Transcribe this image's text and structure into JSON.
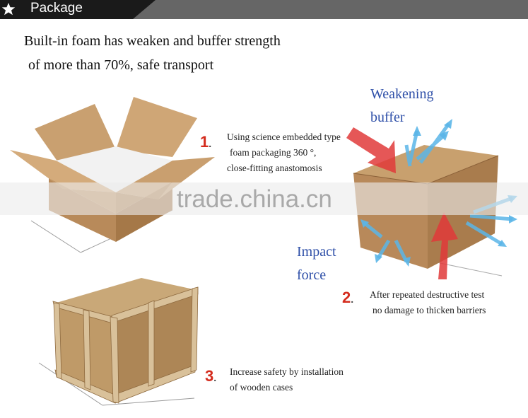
{
  "header": {
    "title": "Package",
    "icon": "star-icon",
    "bar_color": "#666666",
    "tab_color": "#1a1a1a"
  },
  "headline": {
    "line1": "Built-in foam has weaken and buffer strength",
    "line2": "of more than 70%, safe transport"
  },
  "steps": [
    {
      "number": "1",
      "lines": [
        "Using science embedded type",
        "foam packaging 360 °,",
        "close-fitting anastomosis"
      ]
    },
    {
      "number": "2",
      "lines": [
        "After repeated destructive test",
        "no damage to thicken barriers"
      ]
    },
    {
      "number": "3",
      "lines": [
        "Increase safety by installation",
        "of wooden cases"
      ]
    }
  ],
  "diagram_labels": {
    "weakening_line1": "Weakening",
    "weakening_line2": "buffer",
    "impact_line1": "Impact",
    "impact_line2": "force"
  },
  "watermark": "trade.china.cn",
  "colors": {
    "number_red": "#d42c1e",
    "label_blue": "#2e4fa8",
    "cardboard": "#c49a6c",
    "arrow_red": "#e0393a",
    "arrow_blue": "#5bb6e8"
  }
}
